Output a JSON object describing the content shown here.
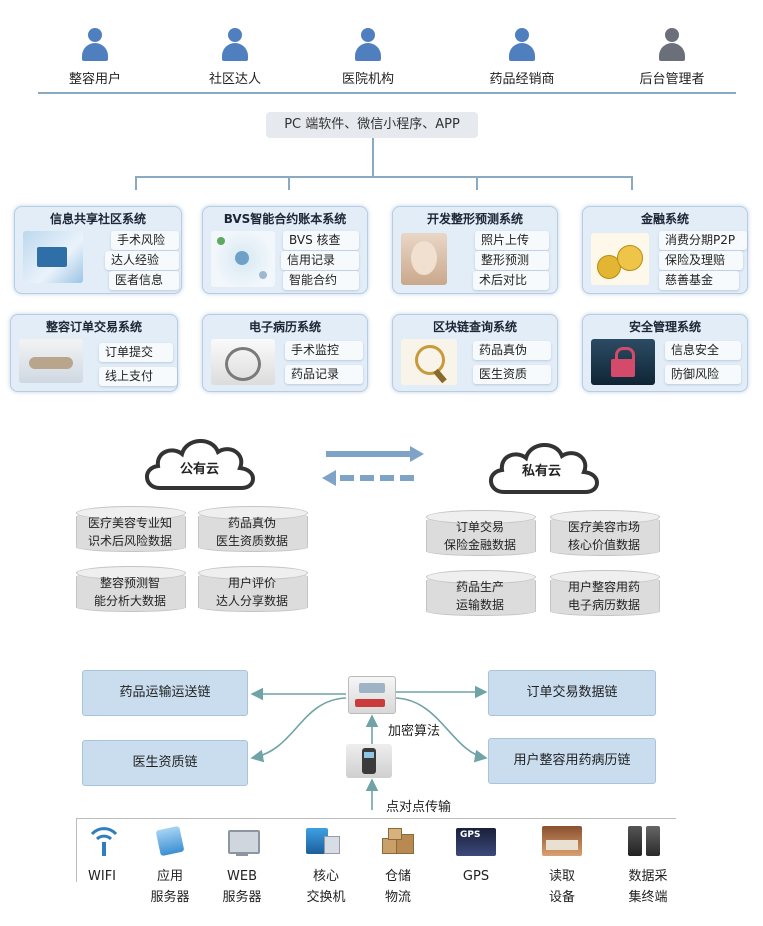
{
  "users": [
    {
      "label": "整容用户"
    },
    {
      "label": "社区达人"
    },
    {
      "label": "医院机构"
    },
    {
      "label": "药品经销商"
    },
    {
      "label": "后台管理者"
    }
  ],
  "platform": "PC 端软件、微信小程序、APP",
  "systems": [
    {
      "title": "信息共享社区系统",
      "tags": [
        "手术风险",
        "达人经验",
        "医者信息"
      ]
    },
    {
      "title": "BVS智能合约账本系统",
      "tags": [
        "BVS 核查",
        "信用记录",
        "智能合约"
      ]
    },
    {
      "title": "开发整形预测系统",
      "tags": [
        "照片上传",
        "整形预测",
        "术后对比"
      ]
    },
    {
      "title": "金融系统",
      "tags": [
        "消费分期P2P",
        "保险及理赔",
        "慈善基金"
      ]
    },
    {
      "title": "整容订单交易系统",
      "tags": [
        "订单提交",
        "线上支付"
      ]
    },
    {
      "title": "电子病历系统",
      "tags": [
        "手术监控",
        "药品记录"
      ]
    },
    {
      "title": "区块链查询系统",
      "tags": [
        "药品真伪",
        "医生资质"
      ]
    },
    {
      "title": "安全管理系统",
      "tags": [
        "信息安全",
        "防御风险"
      ]
    }
  ],
  "clouds": {
    "public": "公有云",
    "private": "私有云"
  },
  "public_db": [
    {
      "line1": "医疗美容专业知",
      "line2": "识术后风险数据"
    },
    {
      "line1": "药品真伪",
      "line2": "医生资质数据"
    },
    {
      "line1": "整容预测智",
      "line2": "能分析大数据"
    },
    {
      "line1": "用户评价",
      "line2": "达人分享数据"
    }
  ],
  "private_db": [
    {
      "line1": "订单交易",
      "line2": "保险金融数据"
    },
    {
      "line1": "医疗美容市场",
      "line2": "核心价值数据"
    },
    {
      "line1": "药品生产",
      "line2": "运输数据"
    },
    {
      "line1": "用户整容用药",
      "line2": "电子病历数据"
    }
  ],
  "chains": {
    "left": [
      "药品运输运送链",
      "医生资质链"
    ],
    "right": [
      "订单交易数据链",
      "用户整容用药病历链"
    ]
  },
  "encrypt_label": "加密算法",
  "p2p_label": "点对点传输",
  "devices": [
    {
      "icon": "wifi-icon",
      "line1": "WIFI",
      "line2": ""
    },
    {
      "icon": "app-server-icon",
      "line1": "应用",
      "line2": "服务器"
    },
    {
      "icon": "web-server-icon",
      "line1": "WEB",
      "line2": "服务器"
    },
    {
      "icon": "core-switch-icon",
      "line1": "核心",
      "line2": "交换机"
    },
    {
      "icon": "warehouse-icon",
      "line1": "仓储",
      "line2": "物流"
    },
    {
      "icon": "gps-icon",
      "line1": "GPS",
      "line2": ""
    },
    {
      "icon": "reader-icon",
      "line1": "读取",
      "line2": "设备"
    },
    {
      "icon": "terminal-icon",
      "line1": "数据采",
      "line2": "集终端"
    }
  ],
  "colors": {
    "accent_blue": "#4f7fbf",
    "box_fill": "#e3edf7",
    "chain_fill": "#c9ddee",
    "line": "#8aa9c2",
    "cylinder": "#dcdcdc"
  }
}
